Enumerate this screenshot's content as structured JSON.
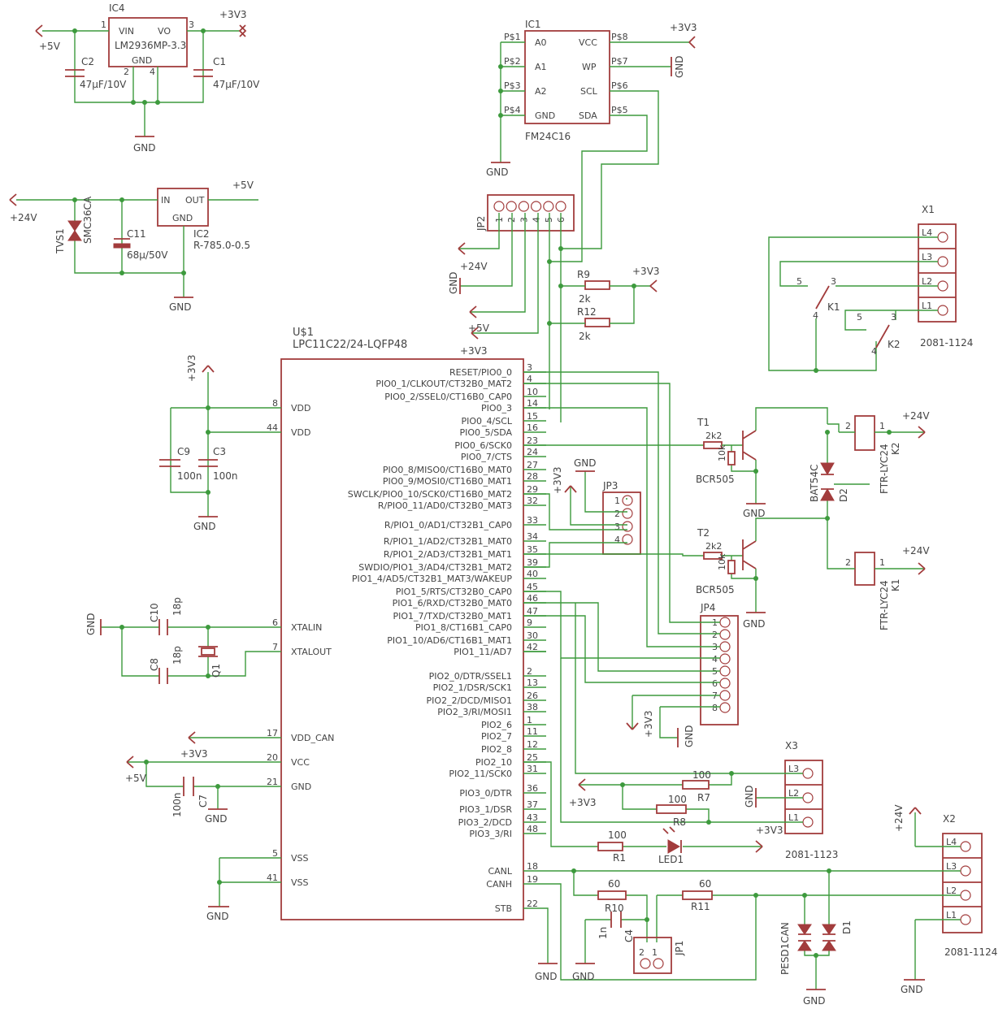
{
  "chart_data": {
    "type": "schematic",
    "components": [
      {
        "ref": "IC4",
        "value": "LM2936MP-3.3",
        "pins": [
          "VIN",
          "VO",
          "GND",
          "1",
          "2",
          "3",
          "4"
        ]
      },
      {
        "ref": "C1",
        "value": "47µF/10V"
      },
      {
        "ref": "C2",
        "value": "47µF/10V"
      },
      {
        "ref": "IC2",
        "value": "R-785.0-0.5",
        "pins": [
          "IN",
          "OUT",
          "GND"
        ]
      },
      {
        "ref": "TVS1",
        "value": "SMC36CA"
      },
      {
        "ref": "C11",
        "value": "68µ/50V"
      },
      {
        "ref": "IC1",
        "value": "FM24C16",
        "pins": [
          "A0",
          "A1",
          "A2",
          "GND",
          "VCC",
          "WP",
          "SCL",
          "SDA"
        ],
        "pads": [
          "P$1",
          "P$2",
          "P$3",
          "P$4",
          "P$8",
          "P$7",
          "P$6",
          "P$5"
        ]
      },
      {
        "ref": "JP2",
        "pins": [
          "1",
          "2",
          "3",
          "4",
          "5",
          "6"
        ]
      },
      {
        "ref": "R9",
        "value": "2k"
      },
      {
        "ref": "R12",
        "value": "2k"
      },
      {
        "ref": "U$1",
        "value": "LPC11C22/24-LQFP48"
      },
      {
        "ref": "C9",
        "value": "100n"
      },
      {
        "ref": "C3",
        "value": "100n"
      },
      {
        "ref": "C10",
        "value": "18p"
      },
      {
        "ref": "C8",
        "value": "18p"
      },
      {
        "ref": "Q1"
      },
      {
        "ref": "C7",
        "value": "100n"
      },
      {
        "ref": "JP3",
        "pins": [
          "1",
          "2",
          "3",
          "4"
        ]
      },
      {
        "ref": "T1",
        "value": "BCR505",
        "r1": "2k2",
        "r2": "10k"
      },
      {
        "ref": "T2",
        "value": "BCR505",
        "r1": "2k2",
        "r2": "10k"
      },
      {
        "ref": "D2",
        "value": "BAT54C"
      },
      {
        "ref": "K2",
        "value": "FTR-LYC24"
      },
      {
        "ref": "K1",
        "value": "FTR-LYC24"
      },
      {
        "ref": "JP4",
        "pins": [
          "1",
          "2",
          "3",
          "4",
          "5",
          "6",
          "7",
          "8"
        ]
      },
      {
        "ref": "X1",
        "value": "2081-1124",
        "pins": [
          "L4",
          "L3",
          "L2",
          "L1"
        ]
      },
      {
        "ref": "X3",
        "value": "2081-1123",
        "pins": [
          "L3",
          "L2",
          "L1"
        ]
      },
      {
        "ref": "X2",
        "value": "2081-1124",
        "pins": [
          "L4",
          "L3",
          "L2",
          "L1"
        ]
      },
      {
        "ref": "R7",
        "value": "100"
      },
      {
        "ref": "R8",
        "value": "100"
      },
      {
        "ref": "R1",
        "value": "100"
      },
      {
        "ref": "LED1"
      },
      {
        "ref": "R10",
        "value": "60"
      },
      {
        "ref": "R11",
        "value": "60"
      },
      {
        "ref": "C4",
        "value": "1n"
      },
      {
        "ref": "JP1",
        "pins": [
          "2",
          "1"
        ]
      },
      {
        "ref": "PESD1CAN"
      },
      {
        "ref": "D1"
      }
    ],
    "supplies": [
      "+3V3",
      "+5V",
      "+24V",
      "GND"
    ]
  },
  "labels": {
    "v33": "+3V3",
    "v5": "+5V",
    "v24": "+24V",
    "gnd": "GND",
    "ic4": "IC4",
    "ic4val": "LM2936MP-3.3",
    "vin": "VIN",
    "vo": "VO",
    "c1": "C1",
    "c2": "C2",
    "c47": "47µF/10V",
    "ic2": "IC2",
    "ic2val": "R-785.0-0.5",
    "in": "IN",
    "out": "OUT",
    "tvs1": "TVS1",
    "smc": "SMC36CA",
    "c11": "C11",
    "c11v": "68µ/50V",
    "ic1": "IC1",
    "fm": "FM24C16",
    "a0": "A0",
    "a1": "A1",
    "a2": "A2",
    "vcc": "VCC",
    "wp": "WP",
    "scl": "SCL",
    "sda": "SDA",
    "p1": "P$1",
    "p2": "P$2",
    "p3": "P$3",
    "p4": "P$4",
    "p5": "P$5",
    "p6": "P$6",
    "p7": "P$7",
    "p8": "P$8",
    "jp2": "JP2",
    "r9": "R9",
    "r12": "R12",
    "k2val": "2k",
    "u1": "U$1",
    "u1val": "LPC11C22/24-LQFP48",
    "vdd": "VDD",
    "xtalin": "XTALIN",
    "xtalout": "XTALOUT",
    "vddcan": "VDD_CAN",
    "vccp": "VCC",
    "vss": "VSS",
    "c9": "C9",
    "c3": "C3",
    "n100": "100n",
    "c10": "C10",
    "c8": "C8",
    "p18": "18p",
    "q1": "Q1",
    "c7": "C7",
    "jp3": "JP3",
    "jp4": "JP4",
    "jp1": "JP1",
    "t1": "T1",
    "t2": "T2",
    "bcr": "BCR505",
    "r2k2": "2k2",
    "r10k": "10k",
    "d2": "D2",
    "bat": "BAT54C",
    "k1": "K1",
    "k2": "K2",
    "ftr": "FTR-LYC24",
    "x1": "X1",
    "x2": "X2",
    "x3": "X3",
    "c1124": "2081-1124",
    "c1123": "2081-1123",
    "l1": "L1",
    "l2": "L2",
    "l3": "L3",
    "l4": "L4",
    "r7": "R7",
    "r8": "R8",
    "r1": "R1",
    "led1": "LED1",
    "v100": "100",
    "r10": "R10",
    "r11": "R11",
    "v60": "60",
    "c4": "C4",
    "n1": "1n",
    "pesd": "PESD1CAN",
    "d1": "D1",
    "canl": "CANL",
    "canh": "CANH",
    "stb": "STB"
  },
  "u1_right_pins": [
    {
      "name": "RESET/PIO0_0",
      "num": "3"
    },
    {
      "name": "PIO0_1/CLKOUT/CT32B0_MAT2",
      "num": "4"
    },
    {
      "name": "PIO0_2/SSEL0/CT16B0_CAP0",
      "num": "10"
    },
    {
      "name": "PIO0_3",
      "num": "14"
    },
    {
      "name": "PIO0_4/SCL",
      "num": "15"
    },
    {
      "name": "PIO0_5/SDA",
      "num": "16"
    },
    {
      "name": "PIO0_6/SCK0",
      "num": "23"
    },
    {
      "name": "PIO0_7/CTS",
      "num": "24"
    },
    {
      "name": "PIO0_8/MISO0/CT16B0_MAT0",
      "num": "27"
    },
    {
      "name": "PIO0_9/MOSI0/CT16B0_MAT1",
      "num": "28"
    },
    {
      "name": "SWCLK/PIO0_10/SCK0/CT16B0_MAT2",
      "num": "29"
    },
    {
      "name": "R/PIO0_11/AD0/CT32B0_MAT3",
      "num": "32"
    },
    {
      "name": "R/PIO1_0/AD1/CT32B1_CAP0",
      "num": "33"
    },
    {
      "name": "R/PIO1_1/AD2/CT32B1_MAT0",
      "num": "34"
    },
    {
      "name": "R/PIO1_2/AD3/CT32B1_MAT1",
      "num": "35"
    },
    {
      "name": "SWDIO/PIO1_3/AD4/CT32B1_MAT2",
      "num": "39"
    },
    {
      "name": "PIO1_4/AD5/CT32B1_MAT3/WAKEUP",
      "num": "40"
    },
    {
      "name": "PIO1_5/RTS/CT32B0_CAP0",
      "num": "45"
    },
    {
      "name": "PIO1_6/RXD/CT32B0_MAT0",
      "num": "46"
    },
    {
      "name": "PIO1_7/TXD/CT32B0_MAT1",
      "num": "47"
    },
    {
      "name": "PIO1_8/CT16B1_CAP0",
      "num": "9"
    },
    {
      "name": "PIO1_10/AD6/CT16B1_MAT1",
      "num": "30"
    },
    {
      "name": "PIO1_11/AD7",
      "num": "42"
    },
    {
      "name": "PIO2_0/DTR/SSEL1",
      "num": "2"
    },
    {
      "name": "PIO2_1/DSR/SCK1",
      "num": "13"
    },
    {
      "name": "PIO2_2/DCD/MISO1",
      "num": "26"
    },
    {
      "name": "PIO2_3/RI/MOSI1",
      "num": "38"
    },
    {
      "name": "PIO2_6",
      "num": "1"
    },
    {
      "name": "PIO2_7",
      "num": "11"
    },
    {
      "name": "PIO2_8",
      "num": "12"
    },
    {
      "name": "PIO2_10",
      "num": "25"
    },
    {
      "name": "PIO2_11/SCK0",
      "num": "31"
    },
    {
      "name": "PIO3_0/DTR",
      "num": "36"
    },
    {
      "name": "PIO3_1/DSR",
      "num": "37"
    },
    {
      "name": "PIO3_2/DCD",
      "num": "43"
    },
    {
      "name": "PIO3_3/RI",
      "num": "48"
    }
  ],
  "u1_right_bottom": [
    {
      "name": "CANL",
      "num": "18"
    },
    {
      "name": "CANH",
      "num": "19"
    },
    {
      "name": "STB",
      "num": "22"
    }
  ],
  "u1_left_pins": [
    {
      "name": "VDD",
      "num": "8"
    },
    {
      "name": "VDD",
      "num": "44"
    },
    {
      "name": "XTALIN",
      "num": "6"
    },
    {
      "name": "XTALOUT",
      "num": "7"
    },
    {
      "name": "VDD_CAN",
      "num": "17"
    },
    {
      "name": "VCC",
      "num": "20"
    },
    {
      "name": "GND",
      "num": "21"
    },
    {
      "name": "VSS",
      "num": "5"
    },
    {
      "name": "VSS",
      "num": "41"
    }
  ],
  "jp_pins": {
    "one": "1",
    "two": "2",
    "three": "3",
    "four": "4",
    "five": "5",
    "six": "6",
    "seven": "7",
    "eight": "8"
  }
}
